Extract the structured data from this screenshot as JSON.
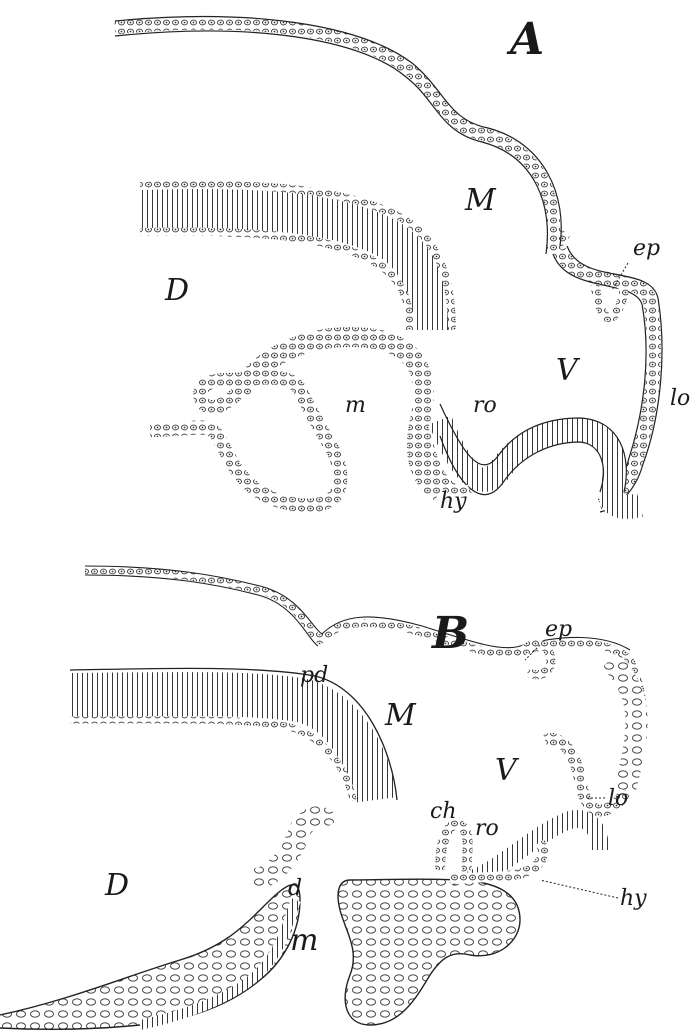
{
  "panel_a": {
    "title": "A",
    "labels": {
      "M": "M",
      "D": "D",
      "ep": "ep",
      "V": "V",
      "ro": "ro",
      "m": "m",
      "lo": "lo",
      "hy": "hy"
    }
  },
  "panel_b": {
    "title": "B",
    "labels": {
      "ep": "ep",
      "pd": "pd",
      "M": "M",
      "V": "V",
      "lo": "lo",
      "ch": "ch",
      "ro": "ro",
      "D": "D",
      "d": "d",
      "m": "m",
      "hy": "hy"
    }
  }
}
